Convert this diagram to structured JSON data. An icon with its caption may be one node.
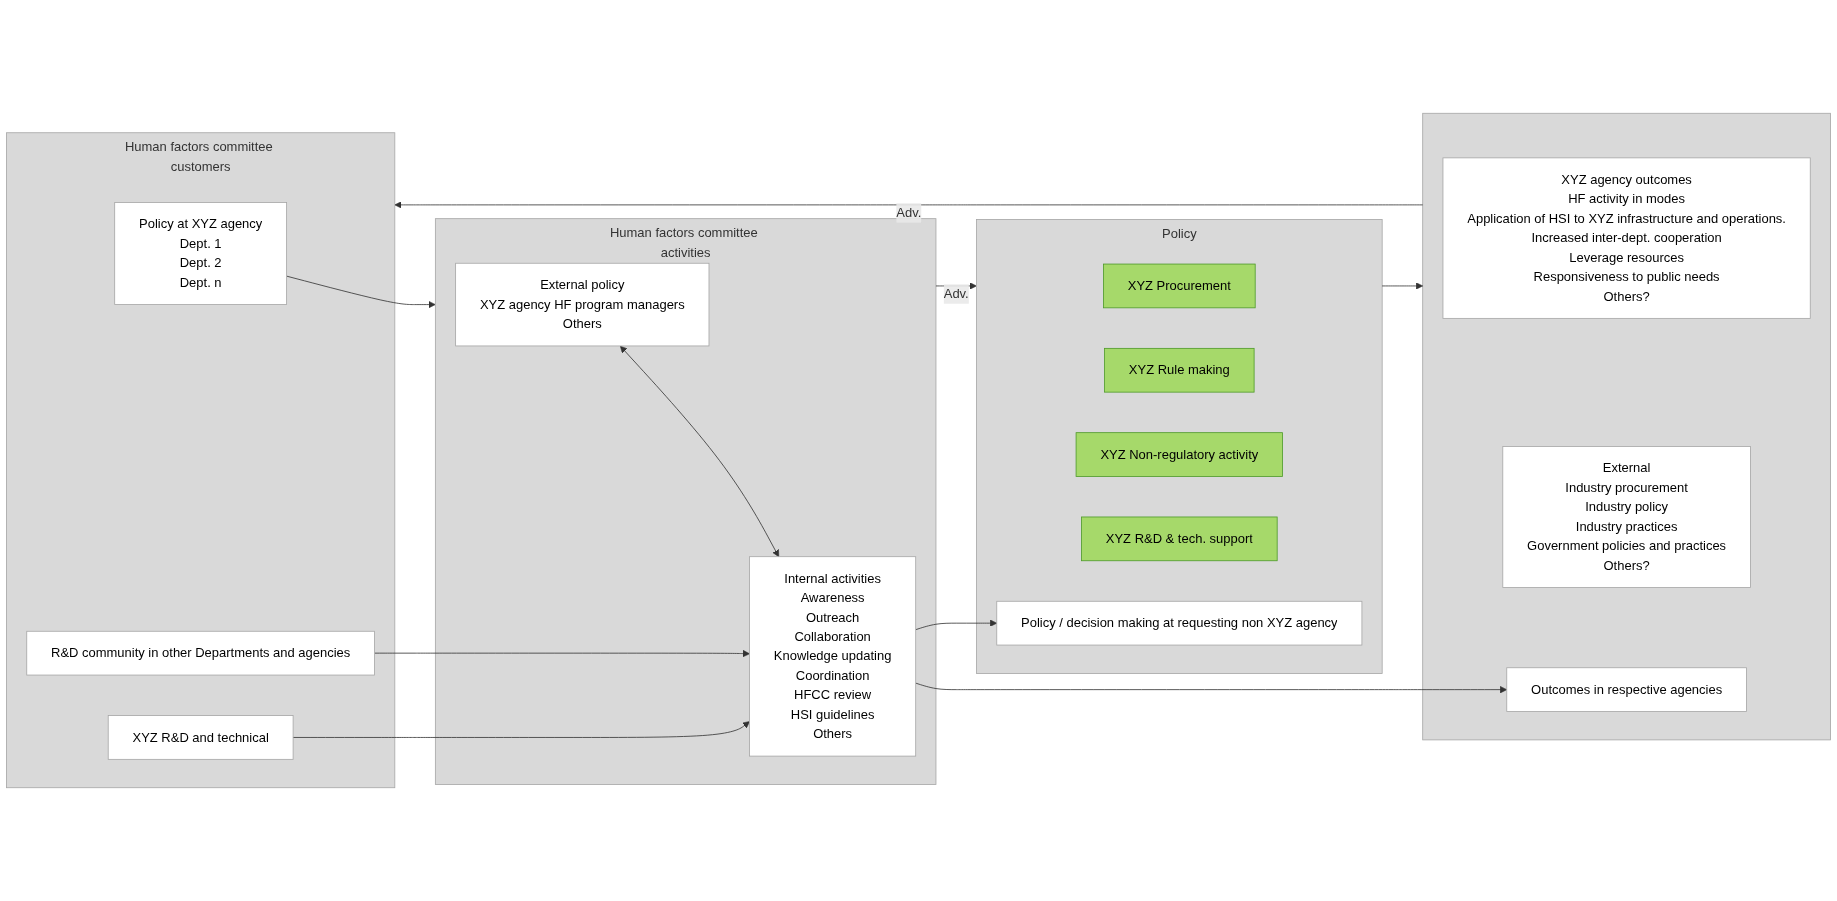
{
  "diagram": {
    "nodes": [
      {
        "text": [
          "Human factors committee customers"
        ]
      },
      {
        "text": [
          "Policy at XYZ agency",
          "Dept. 1",
          "Dept. 2",
          "Dept. n"
        ],
        "in": 0
      },
      {
        "text": [
          "XYZ  R&D and technical"
        ],
        "in": 0
      },
      {
        "text": [
          "R&D community in other Departments and agencies"
        ],
        "in": 0
      },
      {
        "text": [
          "Human factors committee activities"
        ]
      },
      {
        "text": [
          "External policy",
          "XYZ agency HF program managers",
          "Others"
        ],
        "in": 4
      },
      {
        "text": [
          "Internal activities",
          "Awareness",
          "Outreach",
          "Collaboration",
          "Knowledge updating",
          "Coordination",
          "HFCC review",
          "HSI guidelines",
          "Others"
        ],
        "in": 4
      },
      {
        "text": [
          "Policy"
        ]
      },
      {
        "text": [
          "XYZ Procurement"
        ],
        "in": 7
      },
      {
        "text": [
          "XYZ Rule making"
        ],
        "in": 7
      },
      {
        "text": [
          "XYZ Non-regulatory activity"
        ],
        "in": 7
      },
      {
        "text": [
          "XYZ R&D & tech. support"
        ],
        "in": 7
      },
      {
        "text": [
          "Policy / decision making at requesting non XYZ agency"
        ],
        "in": 7
      },
      {
        "text": [],
        "shape": "box"
      },
      {
        "text": [
          "XYZ agency outcomes",
          "HF activity in modes",
          "Application of HSI to XYZ infrastructure and operations.",
          "Increased inter-dept. cooperation",
          "Leverage resources",
          "Responsiveness to public needs",
          "Others?"
        ],
        "in": 13
      },
      {
        "text": [
          "External",
          "Industry procurement",
          "Industry policy",
          "Industry practices",
          "Government policies and practices",
          "Others?"
        ],
        "in": 13
      },
      {
        "text": [
          "Outcomes in respective agencies"
        ],
        "in": 13
      }
    ],
    "edges": [
      {
        "from": 13,
        "to": 0,
        "arrow": "to",
        "label": "Adv."
      },
      {
        "from": 1,
        "to": 4,
        "arrow": "to"
      },
      {
        "from": 2,
        "to": 6,
        "arrow": "to"
      },
      {
        "from": 3,
        "to": 6,
        "arrow": "to"
      },
      {
        "from": 5,
        "to": 6,
        "arrow": "both"
      },
      {
        "from": 4,
        "to": 7,
        "arrow": "to",
        "label": "Adv."
      },
      {
        "from": 7,
        "to": 13,
        "arrow": "to"
      },
      {
        "from": 6,
        "to": 12,
        "arrow": "to"
      },
      {
        "from": 6,
        "to": 16,
        "arrow": "to"
      }
    ]
  }
}
